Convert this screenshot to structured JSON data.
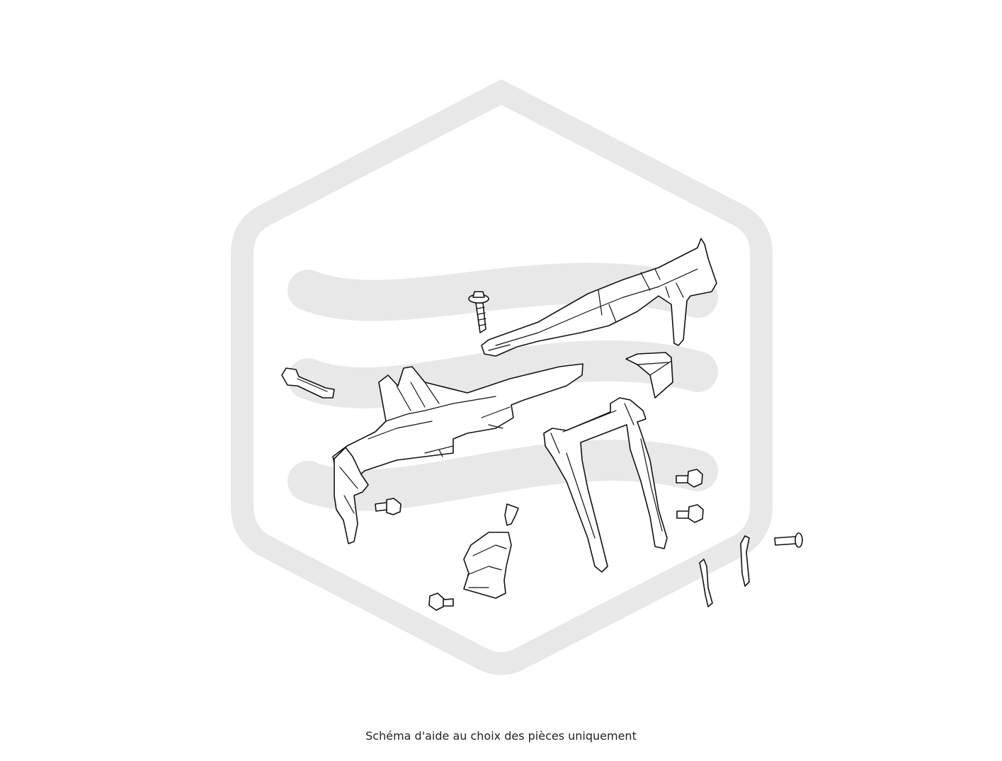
{
  "caption": "Schéma d'aide au choix des pièces uniquement",
  "colors": {
    "watermark": "#e8e8e8",
    "linework": "#111111",
    "background": "#ffffff"
  },
  "diagram": {
    "type": "exploded-parts-diagram",
    "parts": [
      "upper-crossmember-beam",
      "center-mounting-bolt",
      "side-bracket-block",
      "small-end-bracket",
      "main-crossmember-beam",
      "left-end-bracket",
      "center-support-bracket",
      "center-support-frame",
      "flange-bolt",
      "plastic-clip",
      "duct-bracket",
      "flange-bolt",
      "flange-bolt",
      "flange-bolt",
      "torx-bolt",
      "small-strap-bracket",
      "small-strap-bracket"
    ]
  }
}
